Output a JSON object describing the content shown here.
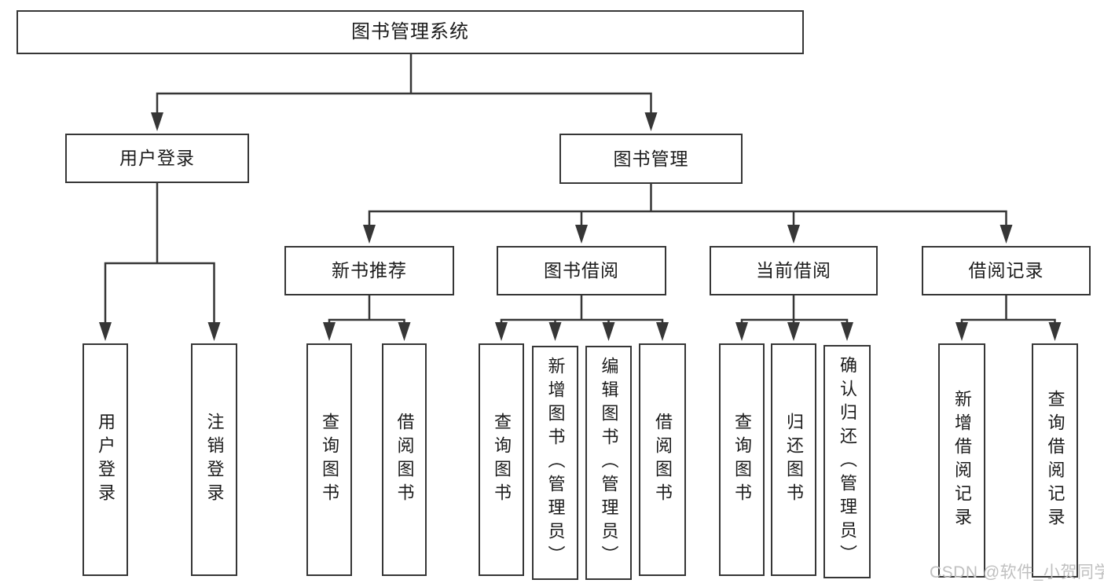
{
  "nodes": {
    "root": "图书管理系统",
    "user_login": "用户登录",
    "book_mgmt": "图书管理",
    "new_books": "新书推荐",
    "borrowing": "图书借阅",
    "current": "当前借阅",
    "records": "借阅记录",
    "login": "用户登录",
    "logout": "注销登录",
    "nb_query": "查询图书",
    "nb_borrow": "借阅图书",
    "bw_query": "查询图书",
    "bw_add": "新增图书（管理员）",
    "bw_edit": "编辑图书（管理员）",
    "bw_borrow": "借阅图书",
    "cb_query": "查询图书",
    "cb_return": "归还图书",
    "cb_confirm": "确认归还（管理员）",
    "rc_add": "新增借阅记录",
    "rc_query": "查询借阅记录"
  },
  "watermark": "CSDN @软件_小贺同学",
  "colors": {
    "line": "#363636",
    "text": "#1b1b1b",
    "box_background": "#ffffff",
    "watermark": "#c0c0c0",
    "background": "#ffffff"
  }
}
